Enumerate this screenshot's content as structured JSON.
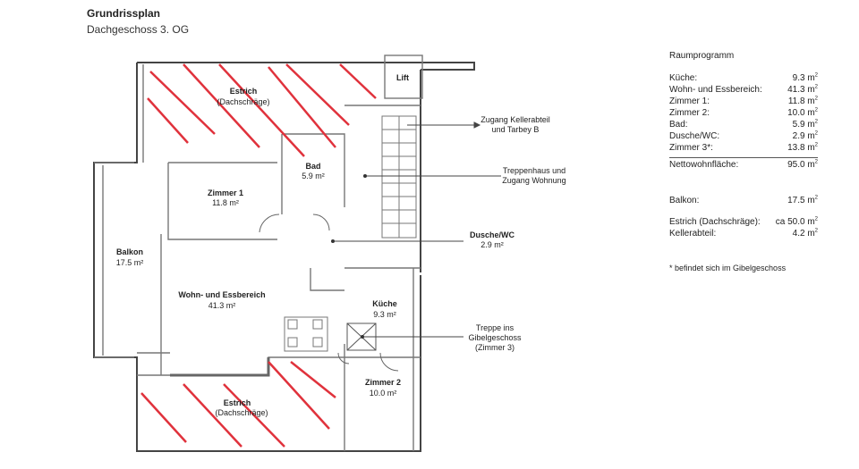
{
  "header": {
    "title": "Grundrissplan",
    "subtitle": "Dachgeschoss 3. OG"
  },
  "rooms": {
    "estrich_top": {
      "name": "Estrich",
      "sub": "(Dachschräge)"
    },
    "estrich_bottom": {
      "name": "Estrich",
      "sub": "(Dachschräge)"
    },
    "lift": {
      "name": "Lift"
    },
    "bad": {
      "name": "Bad",
      "area": "5.9 m²"
    },
    "zimmer1": {
      "name": "Zimmer 1",
      "area": "11.8 m²"
    },
    "balkon": {
      "name": "Balkon",
      "area": "17.5 m²"
    },
    "dusche": {
      "name": "Dusche/WC",
      "area": "2.9 m²"
    },
    "wohn": {
      "name": "Wohn- und Essbereich",
      "area": "41.3 m²"
    },
    "kueche": {
      "name": "Küche",
      "area": "9.3 m²"
    },
    "zimmer2": {
      "name": "Zimmer 2",
      "area": "10.0 m²"
    }
  },
  "callouts": {
    "keller_1": "Zugang Kellerabteil",
    "keller_2": "und Tarbey B",
    "treppe_1": "Treppenhaus und",
    "treppe_2": "Zugang Wohnung",
    "gibel_1": "Treppe ins",
    "gibel_2": "Gibelgeschoss",
    "gibel_3": "(Zimmer 3)"
  },
  "raumprogramm": {
    "heading": "Raumprogramm",
    "rows": [
      {
        "label": "Küche:",
        "value": "9.3 m",
        "unit": "2"
      },
      {
        "label": "Wohn- und Essbereich:",
        "value": "41.3 m",
        "unit": "2"
      },
      {
        "label": "Zimmer 1:",
        "value": "11.8 m",
        "unit": "2"
      },
      {
        "label": "Zimmer 2:",
        "value": "10.0 m",
        "unit": "2"
      },
      {
        "label": "Bad:",
        "value": "5.9 m",
        "unit": "2"
      },
      {
        "label": "Dusche/WC:",
        "value": "2.9 m",
        "unit": "2"
      },
      {
        "label": "Zimmer 3*:",
        "value": "13.8 m",
        "unit": "2"
      }
    ],
    "netto": {
      "label": "Nettowohnfläche:",
      "value": "95.0 m",
      "unit": "2"
    },
    "balkon": {
      "label": "Balkon:",
      "value": "17.5 m",
      "unit": "2"
    },
    "estrich": {
      "label": "Estrich (Dachschräge):",
      "value": "ca 50.0 m",
      "unit": "2"
    },
    "keller": {
      "label": "Kellerabteil:",
      "value": "4.2 m",
      "unit": "2"
    },
    "note": "* befindet sich im Gibelgeschoss"
  },
  "colors": {
    "hatch": "#e0323c",
    "wall": "#444444",
    "inner_wall": "#888888"
  }
}
